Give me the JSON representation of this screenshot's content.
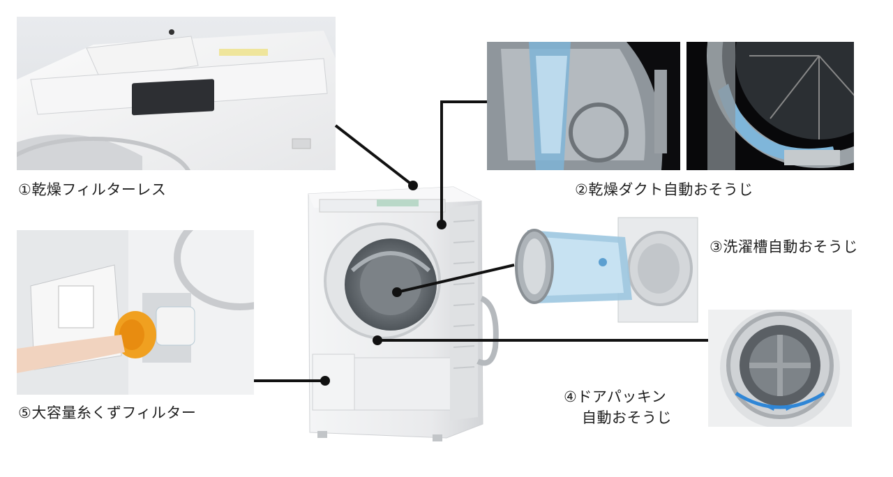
{
  "features": {
    "f1": {
      "label": "①乾燥フィルターレス",
      "icon": "control-panel-photo"
    },
    "f2": {
      "label": "②乾燥ダクト自動おそうじ",
      "icon": "drying-duct-photo"
    },
    "f3": {
      "label": "③洗濯槽自動おそうじ",
      "icon": "drum-cleaning-photo"
    },
    "f4": {
      "label_line1": "④ドアパッキン",
      "label_line2": "自動おそうじ",
      "icon": "door-seal-photo"
    },
    "f5": {
      "label": "⑤大容量糸くずフィルター",
      "icon": "lint-filter-photo"
    }
  },
  "product": {
    "icon": "washing-machine"
  },
  "colors": {
    "connector": "#111111",
    "water": "#4aa3d8",
    "filter_orange": "#f0a020",
    "arrow_blue": "#2f86d6"
  }
}
